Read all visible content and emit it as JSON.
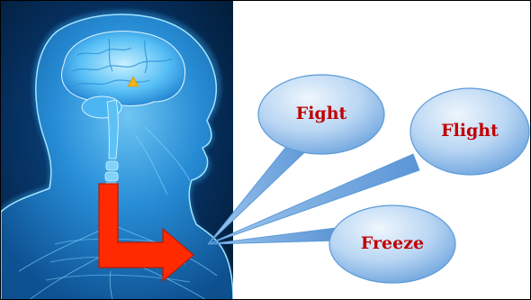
{
  "responses": {
    "fight": "Fight",
    "flight": "Flight",
    "freeze": "Freeze"
  },
  "colors": {
    "bubble_light": "#dcecfa",
    "bubble_dark": "#4f8fd6",
    "bubble_stroke": "#5b9ad8",
    "label_red": "#c00000",
    "arrow_red": "#ff2a00",
    "photo_bg_dark": "#031a33",
    "photo_glow": "#2aa8ff",
    "amygdala": "#f3b316"
  },
  "icons": {
    "head_figure": "human-head-brain-xray-icon",
    "amygdala_marker": "amygdala-triangle-icon",
    "pointer": "red-bent-arrow-icon"
  }
}
